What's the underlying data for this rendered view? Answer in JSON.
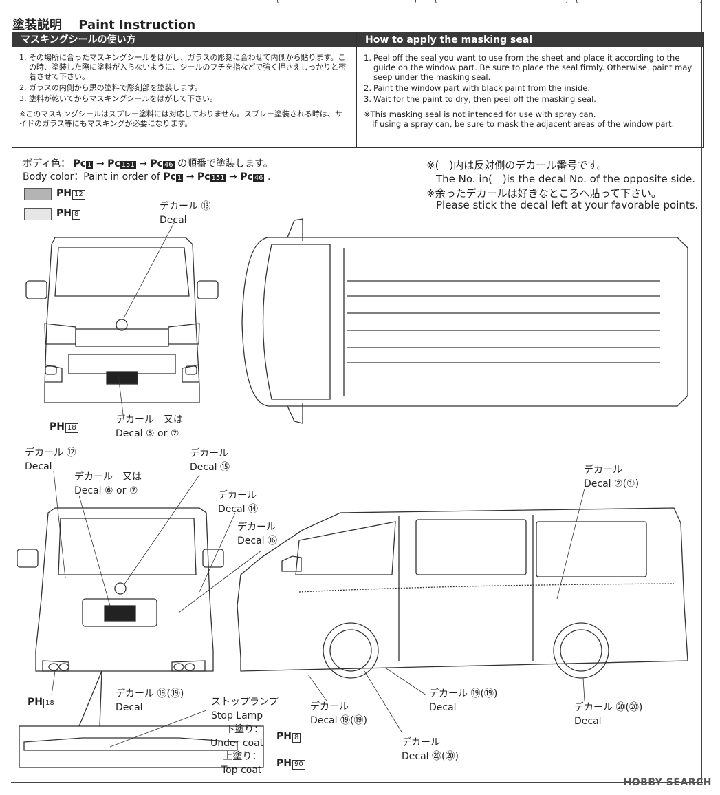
{
  "header": {
    "title_jp": "塗装説明",
    "title_en": "Paint Instruction"
  },
  "jp_section": {
    "heading": "マスキングシールの使い方",
    "steps": [
      {
        "n": "1.",
        "text": "その場所に合ったマスキングシールをはがし、ガラスの彫刻に合わせて内側から貼ります。この時、塗装した際に塗料が入らないように、シールのフチを指などで強く押さえしっかりと密着させて下さい。"
      },
      {
        "n": "2.",
        "text": "ガラスの内側から黒の塗料で彫刻部を塗装します。"
      },
      {
        "n": "3.",
        "text": "塗料が乾いてからマスキングシールをはがして下さい。"
      }
    ],
    "note": "※このマスキングシールはスプレー塗料には対応しておりません。スプレー塗装される時は、サイドのガラス等にもマスキングが必要になります。"
  },
  "en_section": {
    "heading": "How to apply the masking seal",
    "steps": [
      {
        "n": "1.",
        "text": "Peel off the seal you want to use from the sheet and place it according to the guide on the window part. Be sure to place the seal firmly. Otherwise, paint may seep under the masking seal."
      },
      {
        "n": "2.",
        "text": "Paint the window part with black paint from the inside."
      },
      {
        "n": "3.",
        "text": "Wait for the paint to dry, then peel off the masking seal."
      }
    ],
    "note_1": "※This masking seal is not intended for use with spray can.",
    "note_2": "If using a spray can, be sure to mask the adjacent areas of the window part."
  },
  "body_color": {
    "jp_prefix": "ボディ色：",
    "jp_suffix": "の順番で塗装します。",
    "en_prefix": "Body color：Paint in order of",
    "pc": "Pc",
    "paints": [
      "1",
      "151",
      "46"
    ],
    "arrow": "→",
    "period": "."
  },
  "swatches": [
    {
      "code": "12",
      "prefix": "PH",
      "color": "#b4b4b4"
    },
    {
      "code": "8",
      "prefix": "PH",
      "color": "#e6e6e6"
    }
  ],
  "notes_right": {
    "jp_1": "※(　)内は反対側のデカール番号です。",
    "en_1": "The No. in(　)is the decal No. of the opposite side.",
    "jp_2": "※余ったデカールは好きなところへ貼って下さい。",
    "en_2": "Please stick the decal left at your favorable points."
  },
  "labels": {
    "decal_jp": "デカール",
    "decal_en": "Decal",
    "or_jp": "又は",
    "or_en": "or",
    "d13": "⑬",
    "d5": "⑤",
    "d7": "⑦",
    "d12": "⑫",
    "d6": "⑥",
    "d15": "⑮",
    "d14": "⑭",
    "d16": "⑯",
    "d2": "②(①)",
    "d19": "⑲(⑲)",
    "d20": "⑳(⑳)",
    "ph18": "18",
    "stop_jp": "ストップランプ",
    "stop_en": "Stop Lamp",
    "under_jp": "下塗り：",
    "under_en": "Under coat",
    "under_code": "8",
    "top_jp": "上塗り：",
    "top_en": "Top coat",
    "top_code": "90",
    "ph": "PH"
  },
  "watermark": "HOBBY SEARCH"
}
